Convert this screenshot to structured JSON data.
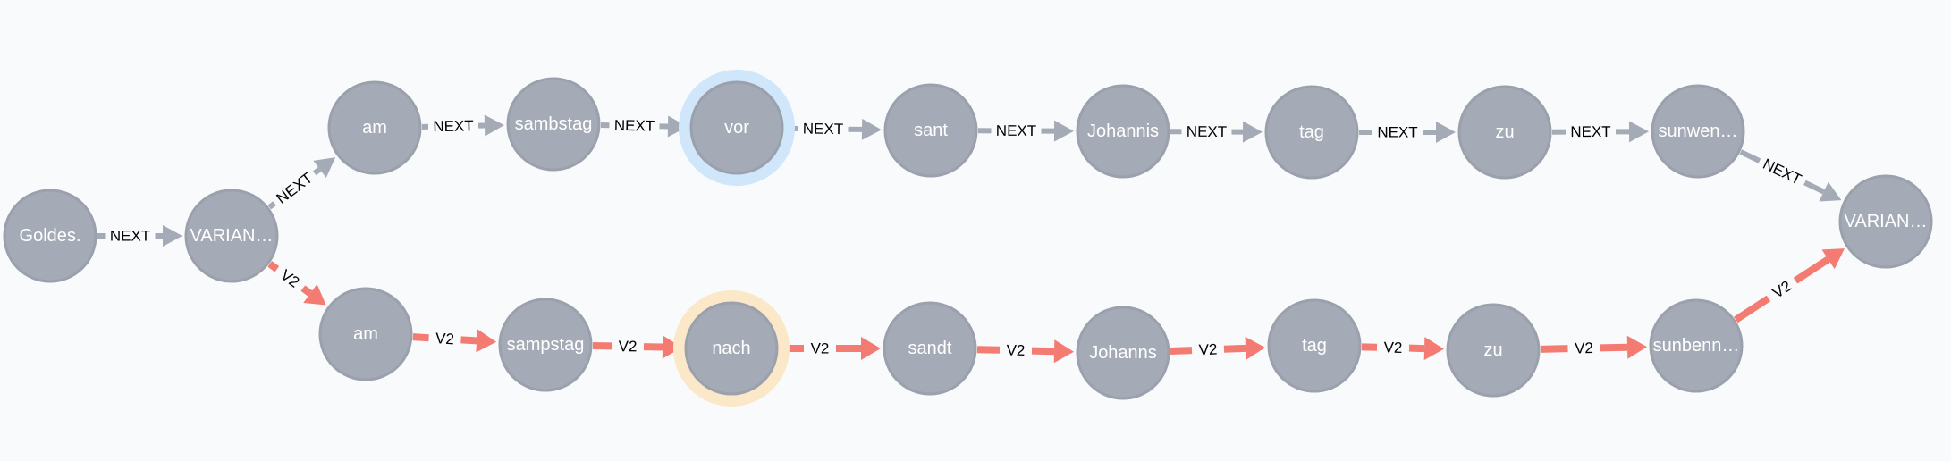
{
  "colors": {
    "background": "#f9fafb",
    "node_fill": "#a5abb6",
    "node_stroke": "#9aa1ac",
    "node_text": "#ffffff",
    "next_edge": "#a5abb6",
    "v2_edge": "#f47b72",
    "highlight_blue": "#cfe6fb",
    "highlight_orange": "#fae8c8",
    "edge_text": "#000000"
  },
  "nodes": [
    {
      "id": "n0",
      "label": "Goldes."
    },
    {
      "id": "n1",
      "label": "VARIAN…"
    },
    {
      "id": "a1",
      "label": "am"
    },
    {
      "id": "a2",
      "label": "sambstag"
    },
    {
      "id": "a3",
      "label": "vor",
      "highlight": "blue"
    },
    {
      "id": "a4",
      "label": "sant"
    },
    {
      "id": "a5",
      "label": "Johannis"
    },
    {
      "id": "a6",
      "label": "tag"
    },
    {
      "id": "a7",
      "label": "zu"
    },
    {
      "id": "a8",
      "label": "sunwen…"
    },
    {
      "id": "b1",
      "label": "am"
    },
    {
      "id": "b2",
      "label": "sampstag"
    },
    {
      "id": "b3",
      "label": "nach",
      "highlight": "orange"
    },
    {
      "id": "b4",
      "label": "sandt"
    },
    {
      "id": "b5",
      "label": "Johanns"
    },
    {
      "id": "b6",
      "label": "tag"
    },
    {
      "id": "b7",
      "label": "zu"
    },
    {
      "id": "b8",
      "label": "sunbenn…"
    },
    {
      "id": "n2",
      "label": "VARIAN…"
    }
  ],
  "edges": [
    {
      "from": "n0",
      "to": "n1",
      "label": "NEXT",
      "type": "NEXT"
    },
    {
      "from": "n1",
      "to": "a1",
      "label": "NEXT",
      "type": "NEXT"
    },
    {
      "from": "a1",
      "to": "a2",
      "label": "NEXT",
      "type": "NEXT"
    },
    {
      "from": "a2",
      "to": "a3",
      "label": "NEXT",
      "type": "NEXT"
    },
    {
      "from": "a3",
      "to": "a4",
      "label": "NEXT",
      "type": "NEXT"
    },
    {
      "from": "a4",
      "to": "a5",
      "label": "NEXT",
      "type": "NEXT"
    },
    {
      "from": "a5",
      "to": "a6",
      "label": "NEXT",
      "type": "NEXT"
    },
    {
      "from": "a6",
      "to": "a7",
      "label": "NEXT",
      "type": "NEXT"
    },
    {
      "from": "a7",
      "to": "a8",
      "label": "NEXT",
      "type": "NEXT"
    },
    {
      "from": "a8",
      "to": "n2",
      "label": "NEXT",
      "type": "NEXT"
    },
    {
      "from": "n1",
      "to": "b1",
      "label": "V2",
      "type": "V2"
    },
    {
      "from": "b1",
      "to": "b2",
      "label": "V2",
      "type": "V2"
    },
    {
      "from": "b2",
      "to": "b3",
      "label": "V2",
      "type": "V2"
    },
    {
      "from": "b3",
      "to": "b4",
      "label": "V2",
      "type": "V2"
    },
    {
      "from": "b4",
      "to": "b5",
      "label": "V2",
      "type": "V2"
    },
    {
      "from": "b5",
      "to": "b6",
      "label": "V2",
      "type": "V2"
    },
    {
      "from": "b6",
      "to": "b7",
      "label": "V2",
      "type": "V2"
    },
    {
      "from": "b7",
      "to": "b8",
      "label": "V2",
      "type": "V2"
    },
    {
      "from": "b8",
      "to": "n2",
      "label": "V2",
      "type": "V2"
    }
  ]
}
